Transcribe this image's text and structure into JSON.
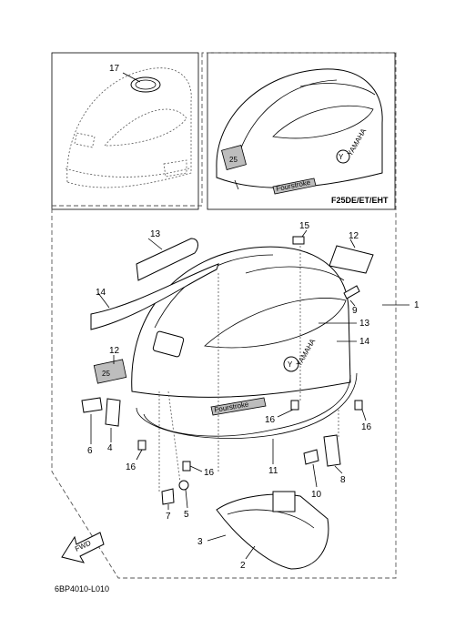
{
  "variant_label": "F25DE/ET/EHT",
  "diagram_code": "6BP4010-L010",
  "fwd_label": "FWD",
  "brand_text": "YAMAHA",
  "badge_text": "25",
  "stroke_text": "Fourstroke",
  "callouts": {
    "c1": "1",
    "c2": "2",
    "c3": "3",
    "c4": "4",
    "c5": "5",
    "c6": "6",
    "c7": "7",
    "c8": "8",
    "c9": "9",
    "c10": "10",
    "c11": "11",
    "c12a": "12",
    "c12b": "12",
    "c13a": "13",
    "c13b": "13",
    "c14a": "14",
    "c14b": "14",
    "c15": "15",
    "c16a": "16",
    "c16b": "16",
    "c16c": "16",
    "c16d": "16",
    "c17": "17"
  }
}
